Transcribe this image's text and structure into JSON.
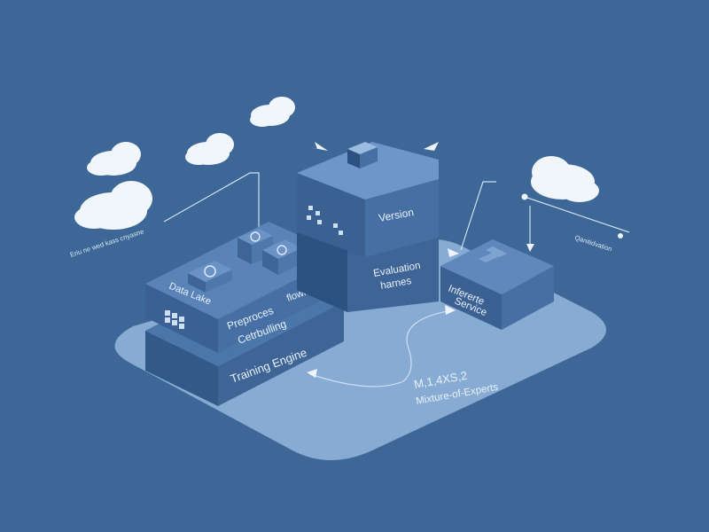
{
  "colors": {
    "background": "#3d6796",
    "platform": "#8fb2d8",
    "block_top": "#5a83b8",
    "block_front": "#3f6597",
    "block_side": "#2e527f",
    "label": "#e9f1fb",
    "line": "#cfe0f3",
    "cloud": "#f1f6fc"
  },
  "labels": {
    "top_left_caption": "Eriu ne wed kass cnyasne",
    "data_lake": "Data Lake",
    "preprocessing_line1": "Preproces",
    "preprocessing_line1_suffix": "flowing",
    "preprocessing_line2": "Cetrbulling",
    "training_engine": "Training Engine",
    "version": "Version",
    "evaluation_line1": "Evaluation",
    "evaluation_line2": "harnes",
    "inference_line1": "Infererte",
    "inference_line2": "Service",
    "right_caption": "Qanitidvation",
    "model_line1": "M,1,4XS,2",
    "model_line2": "Mixture-of-Experts"
  },
  "icons": [
    "cloud-icon",
    "gear-icon",
    "hierarchy-icon",
    "plus-icon",
    "cube-icon",
    "grid-icon"
  ]
}
